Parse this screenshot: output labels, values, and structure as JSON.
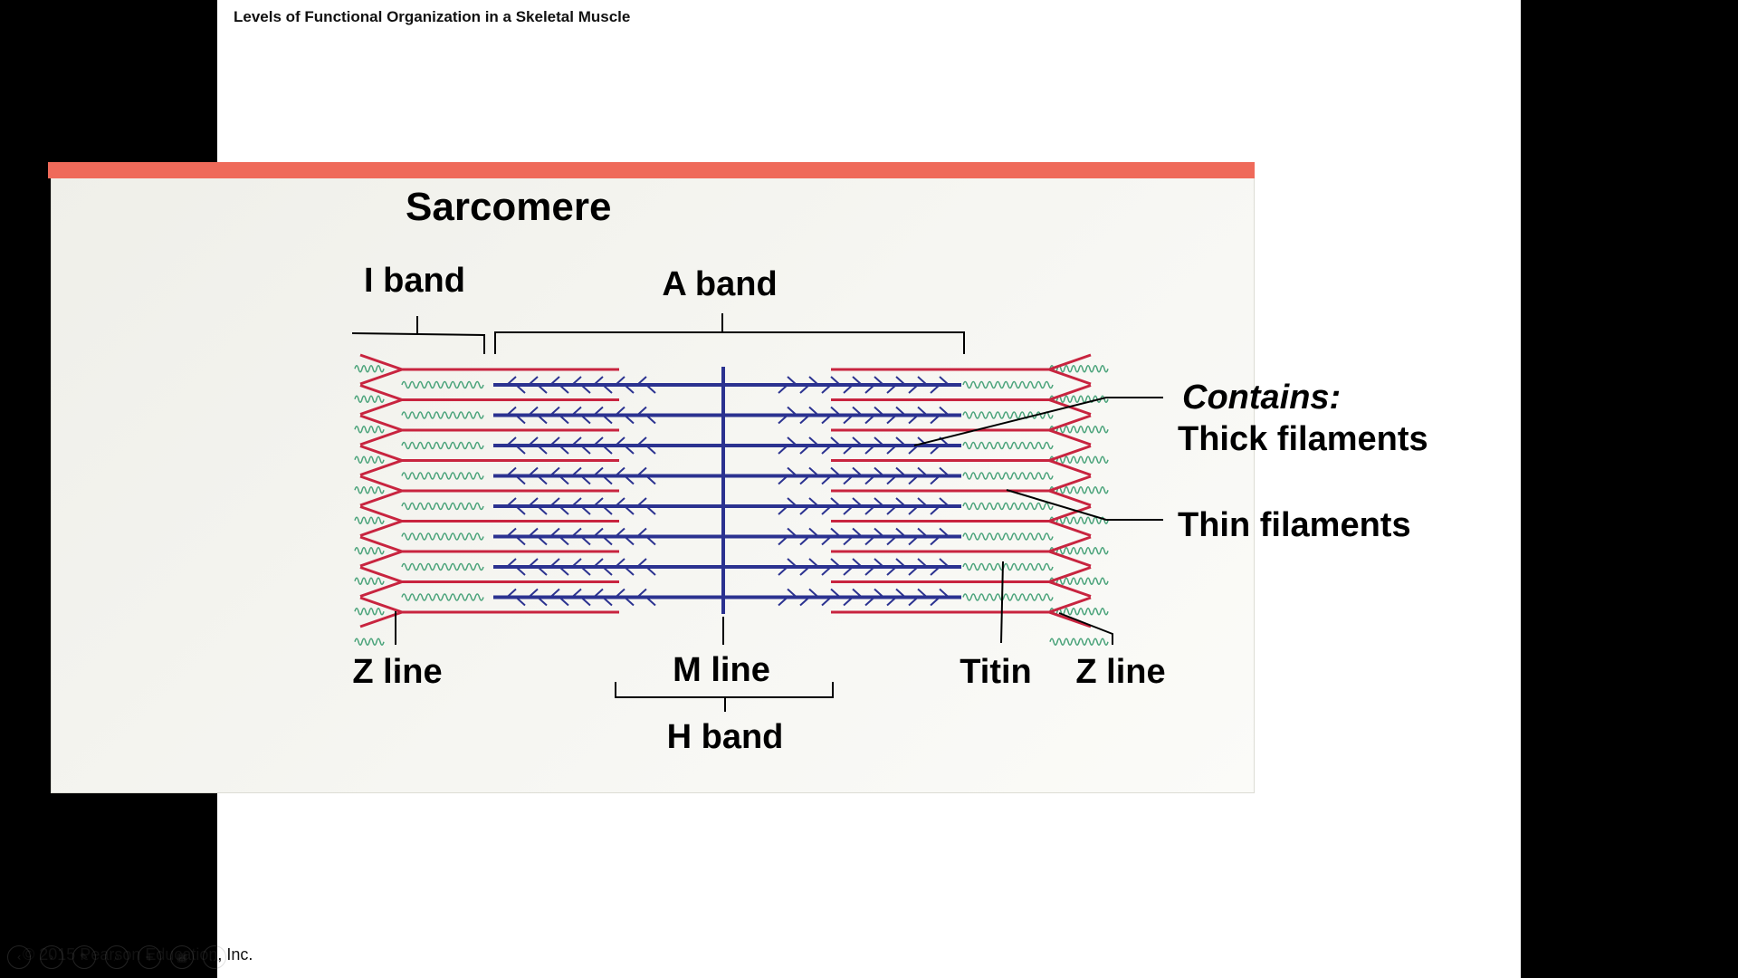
{
  "slide": {
    "title": "Levels of Functional Organization in a Skeletal Muscle",
    "copyright": "© 2015 Pearson Education, Inc."
  },
  "diagram": {
    "heading": "Sarcomere",
    "labels": {
      "i_band": "I band",
      "a_band": "A band",
      "contains": "Contains:",
      "thick": "Thick filaments",
      "thin": "Thin filaments",
      "z_line_left": "Z line",
      "m_line": "M line",
      "titin": "Titin",
      "z_line_right": "Z line",
      "h_band": "H band"
    },
    "colors": {
      "panel_bar": "#ef6a5a",
      "thin_filament": "#c8243f",
      "thick_filament": "#2b3290",
      "titin": "#4aa37a"
    }
  },
  "nav_icons": [
    "prev-icon",
    "next-icon",
    "pen-icon",
    "magnifier-icon",
    "zoom-icon",
    "grid-icon",
    "more-icon"
  ]
}
